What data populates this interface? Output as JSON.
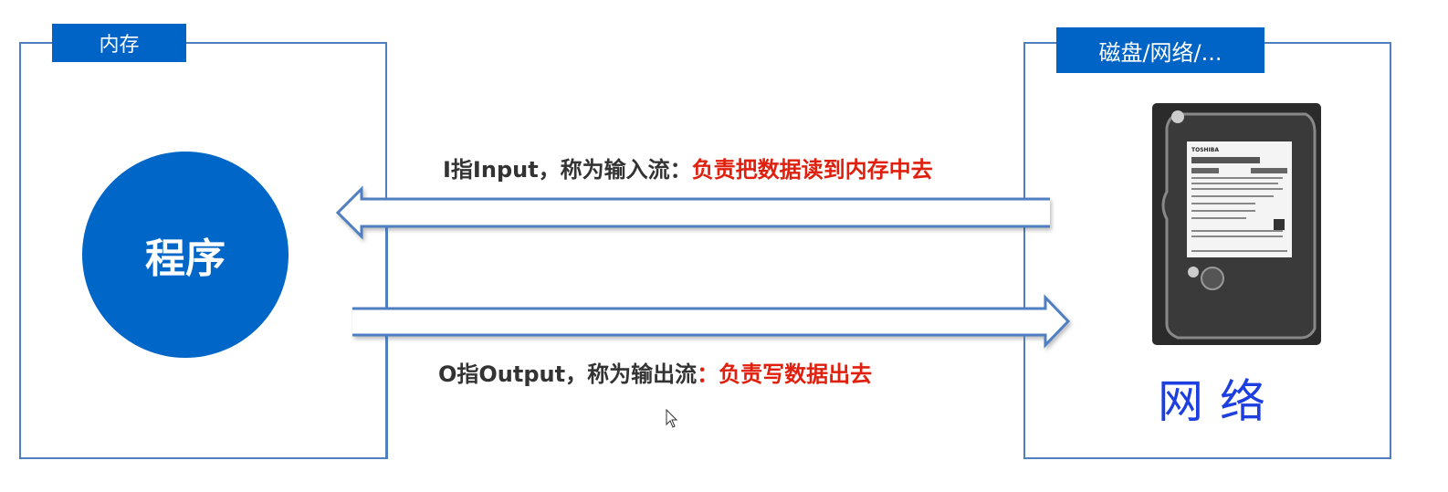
{
  "memory_box": {
    "label": "内存",
    "program_label": "程序"
  },
  "storage_box": {
    "label": "磁盘/网络/...",
    "network_label": "网络",
    "drive_logo": "TOSHIBA"
  },
  "input_caption": {
    "prefix": "I指Input，称为输入流：",
    "highlight": "负责把数据读到内存中去"
  },
  "output_caption": {
    "prefix": "O指Output，称为输出流",
    "highlight": "：负责写数据出去"
  },
  "colors": {
    "accent": "#0066c8",
    "border": "#4f7fc0",
    "highlight": "#e0200e",
    "network_text": "#1d3fe0"
  }
}
